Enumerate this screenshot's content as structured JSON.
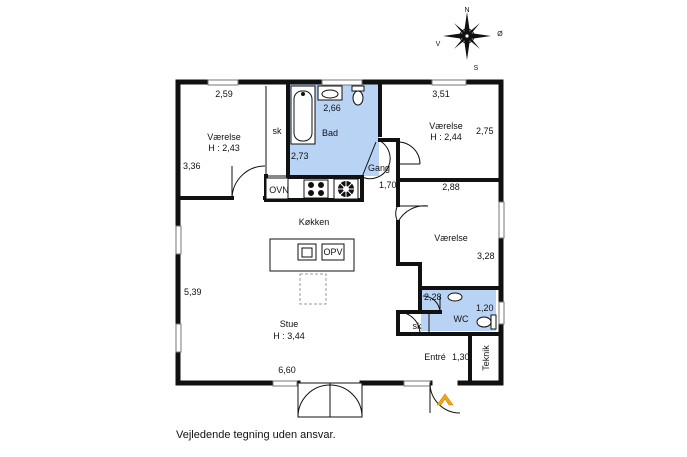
{
  "compass": {
    "north": "N",
    "west": "V",
    "east": "Ø",
    "south": "S"
  },
  "rooms": {
    "room1": {
      "name": "Værelse",
      "height": "H : 2,43"
    },
    "bath": {
      "name": "Bad"
    },
    "room2": {
      "name": "Værelse",
      "height": "H : 2,44"
    },
    "hall": {
      "name": "Gang"
    },
    "kitchen": {
      "name": "Køkken"
    },
    "room3": {
      "name": "Værelse"
    },
    "wc": {
      "name": "WC"
    },
    "living": {
      "name": "Stue",
      "height": "H : 3,44"
    },
    "entry": {
      "name": "Entré"
    },
    "tech": {
      "name": "Teknik"
    }
  },
  "fixtures": {
    "oven": "OVN",
    "dishwasher": "OPV",
    "closet1": "sk",
    "closet2": "sk"
  },
  "dimensions": {
    "room1_width": "2,59",
    "room1_length": "3,36",
    "bath_width": "2,66",
    "bath_length": "2,73",
    "room2_width": "3,51",
    "room2_length": "2,75",
    "hall_width": "1,70",
    "room3_width": "2,88",
    "room3_length": "3,28",
    "wc_width": "2,28",
    "wc_length": "1,20",
    "living_length": "5,39",
    "living_width": "6,60",
    "entry_width": "1,30"
  },
  "colors": {
    "wall": "#111111",
    "wet_room": "#b9d3f5",
    "background": "#ffffff"
  },
  "disclaimer": "Vejledende tegning uden ansvar."
}
